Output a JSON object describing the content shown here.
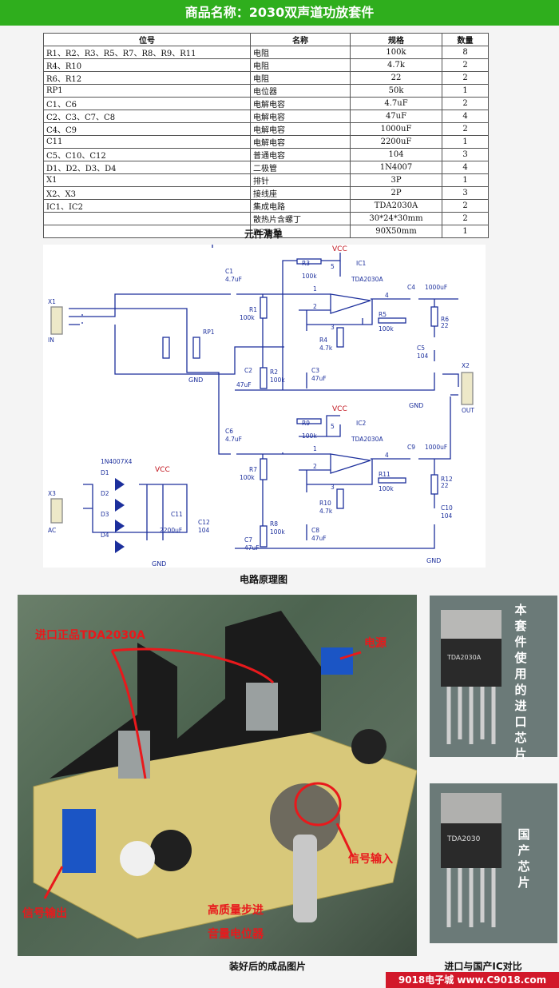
{
  "header": {
    "title": "商品名称：2030双声道功放套件"
  },
  "parts_table": {
    "headers": [
      "位号",
      "名称",
      "规格",
      "数量"
    ],
    "rows": [
      [
        "R1、R2、R3、R5、R7、R8、R9、R11",
        "电阻",
        "100k",
        "8"
      ],
      [
        "R4、R10",
        "电阻",
        "4.7k",
        "2"
      ],
      [
        "R6、R12",
        "电阻",
        "22",
        "2"
      ],
      [
        "RP1",
        "电位器",
        "50k",
        "1"
      ],
      [
        "C1、C6",
        "电解电容",
        "4.7uF",
        "2"
      ],
      [
        "C2、C3、C7、C8",
        "电解电容",
        "47uF",
        "4"
      ],
      [
        "C4、C9",
        "电解电容",
        "1000uF",
        "2"
      ],
      [
        "C11",
        "电解电容",
        "2200uF",
        "1"
      ],
      [
        "C5、C10、C12",
        "普通电容",
        "104",
        "3"
      ],
      [
        "D1、D2、D3、D4",
        "二极管",
        "1N4007",
        "4"
      ],
      [
        "X1",
        "排针",
        "3P",
        "1"
      ],
      [
        "X2、X3",
        "接线座",
        "2P",
        "3"
      ],
      [
        "IC1、IC2",
        "集成电路",
        "TDA2030A",
        "2"
      ],
      [
        "",
        "散热片含螺丁",
        "30*24*30mm",
        "2"
      ],
      [
        "",
        "PCB 板",
        "90X50mm",
        "1"
      ]
    ],
    "caption": "元件清单"
  },
  "schematic": {
    "caption": "电路原理图",
    "labels": {
      "vcc": "VCC",
      "gnd": "GND",
      "ic1": "IC1",
      "ic2": "IC2",
      "tda": "TDA2030A",
      "x1": "X1",
      "in": "IN",
      "x2": "X2",
      "out": "OUT",
      "x3": "X3",
      "ac": "AC",
      "rp1": "RP1",
      "c1": "C1",
      "c1v": "4.7uF",
      "c6": "C6",
      "c6v": "4.7uF",
      "r1": "R1",
      "r2": "R2",
      "r3": "R3",
      "r4": "R4",
      "r5": "R5",
      "r6": "R6",
      "r7": "R7",
      "r8": "R8",
      "r9": "R9",
      "r10": "R10",
      "r11": "R11",
      "r12": "R12",
      "k100": "100k",
      "k47": "4.7k",
      "r22": "22",
      "c2": "C2",
      "c3": "C3",
      "c4": "C4",
      "c5": "C5",
      "c7": "C7",
      "c8": "C8",
      "c9": "C9",
      "c10": "C10",
      "c11": "C11",
      "c12": "C12",
      "uf47": "47uF",
      "uf1000": "1000uF",
      "v104": "104",
      "uf2200": "2200uF",
      "diodes": "1N4007X4",
      "d1": "D1",
      "d2": "D2",
      "d3": "D3",
      "d4": "D4",
      "p1": "1",
      "p2": "2",
      "p3": "3",
      "p4": "4",
      "p5": "5"
    }
  },
  "photo": {
    "caption": "装好后的成品图片",
    "annotations": {
      "chip": "进口正品TDA2030A",
      "power": "电源",
      "signal_in": "信号输入",
      "signal_out": "信号输出",
      "pot_line1": "高质量步进",
      "pot_line2": "音量电位器"
    }
  },
  "chips": {
    "caption": "进口与国产IC对比",
    "import_label": "本套件使用的进口芯片",
    "domestic_label": "国产芯片",
    "import_marking": "TDA2030A",
    "domestic_marking": "TDA2030"
  },
  "footer": {
    "text": "9018电子城 www.C9018.com"
  },
  "colors": {
    "header_bg": "#2fae1d",
    "annotation": "#e8191c",
    "footer_bg": "#d2182a",
    "wire": "#1c2f9c"
  }
}
